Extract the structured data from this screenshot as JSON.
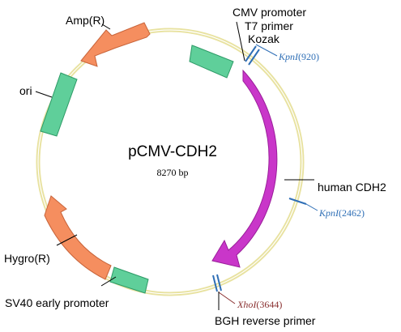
{
  "plasmid": {
    "name": "pCMV-CDH2",
    "size": "8270 bp",
    "colors": {
      "backbone": "#e8e2a0",
      "promoter": "#5fcf9a",
      "gene": "#c936c9",
      "marker": "#f58e5f",
      "site_kpn": "#2f6fb6",
      "site_xho": "#8a3030"
    }
  },
  "features": {
    "cmv_promoter": "CMV promoter",
    "t7_primer": "T7 primer",
    "kozak": "Kozak",
    "human_cdh2": "human CDH2",
    "bgh_reverse_primer": "BGH reverse primer",
    "sv40_early_promoter": "SV40 early promoter",
    "hygro": "Hygro(R)",
    "ori": "ori",
    "amp": "Amp(R)"
  },
  "sites": {
    "kpn1_a": {
      "enzyme": "KpnI",
      "position": "(920)"
    },
    "kpn1_b": {
      "enzyme": "KpnI",
      "position": "(2462)"
    },
    "xho1": {
      "enzyme": "XhoI",
      "position": "(3644)"
    }
  }
}
